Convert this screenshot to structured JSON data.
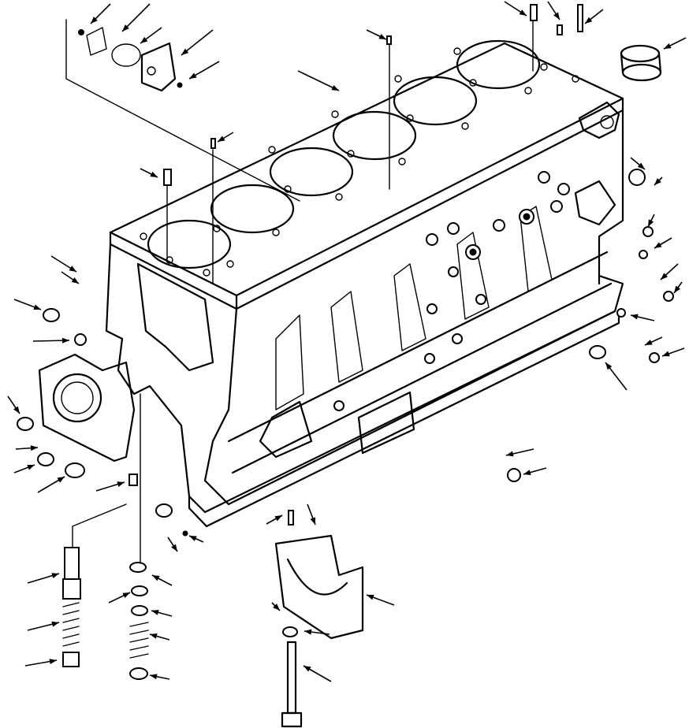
{
  "figure": {
    "kind": "exploded-parts-diagram",
    "subject": "cylinder-block-assembly",
    "text_labels": []
  },
  "parts": [
    {
      "name": "cylinder-block"
    },
    {
      "name": "cylinder-bore"
    },
    {
      "name": "rear-cover-plate"
    },
    {
      "name": "cover-gasket"
    },
    {
      "name": "cover-bolt"
    },
    {
      "name": "sleeve-ring"
    },
    {
      "name": "dowel-pin"
    },
    {
      "name": "plug"
    },
    {
      "name": "front-housing"
    },
    {
      "name": "main-bearing-cap"
    },
    {
      "name": "cap-bolt"
    },
    {
      "name": "cap-washer"
    },
    {
      "name": "relief-valve-spring"
    },
    {
      "name": "valve-plunger"
    },
    {
      "name": "spring-seat"
    }
  ],
  "colors": {
    "ink": "#000000",
    "paper": "#ffffff"
  }
}
